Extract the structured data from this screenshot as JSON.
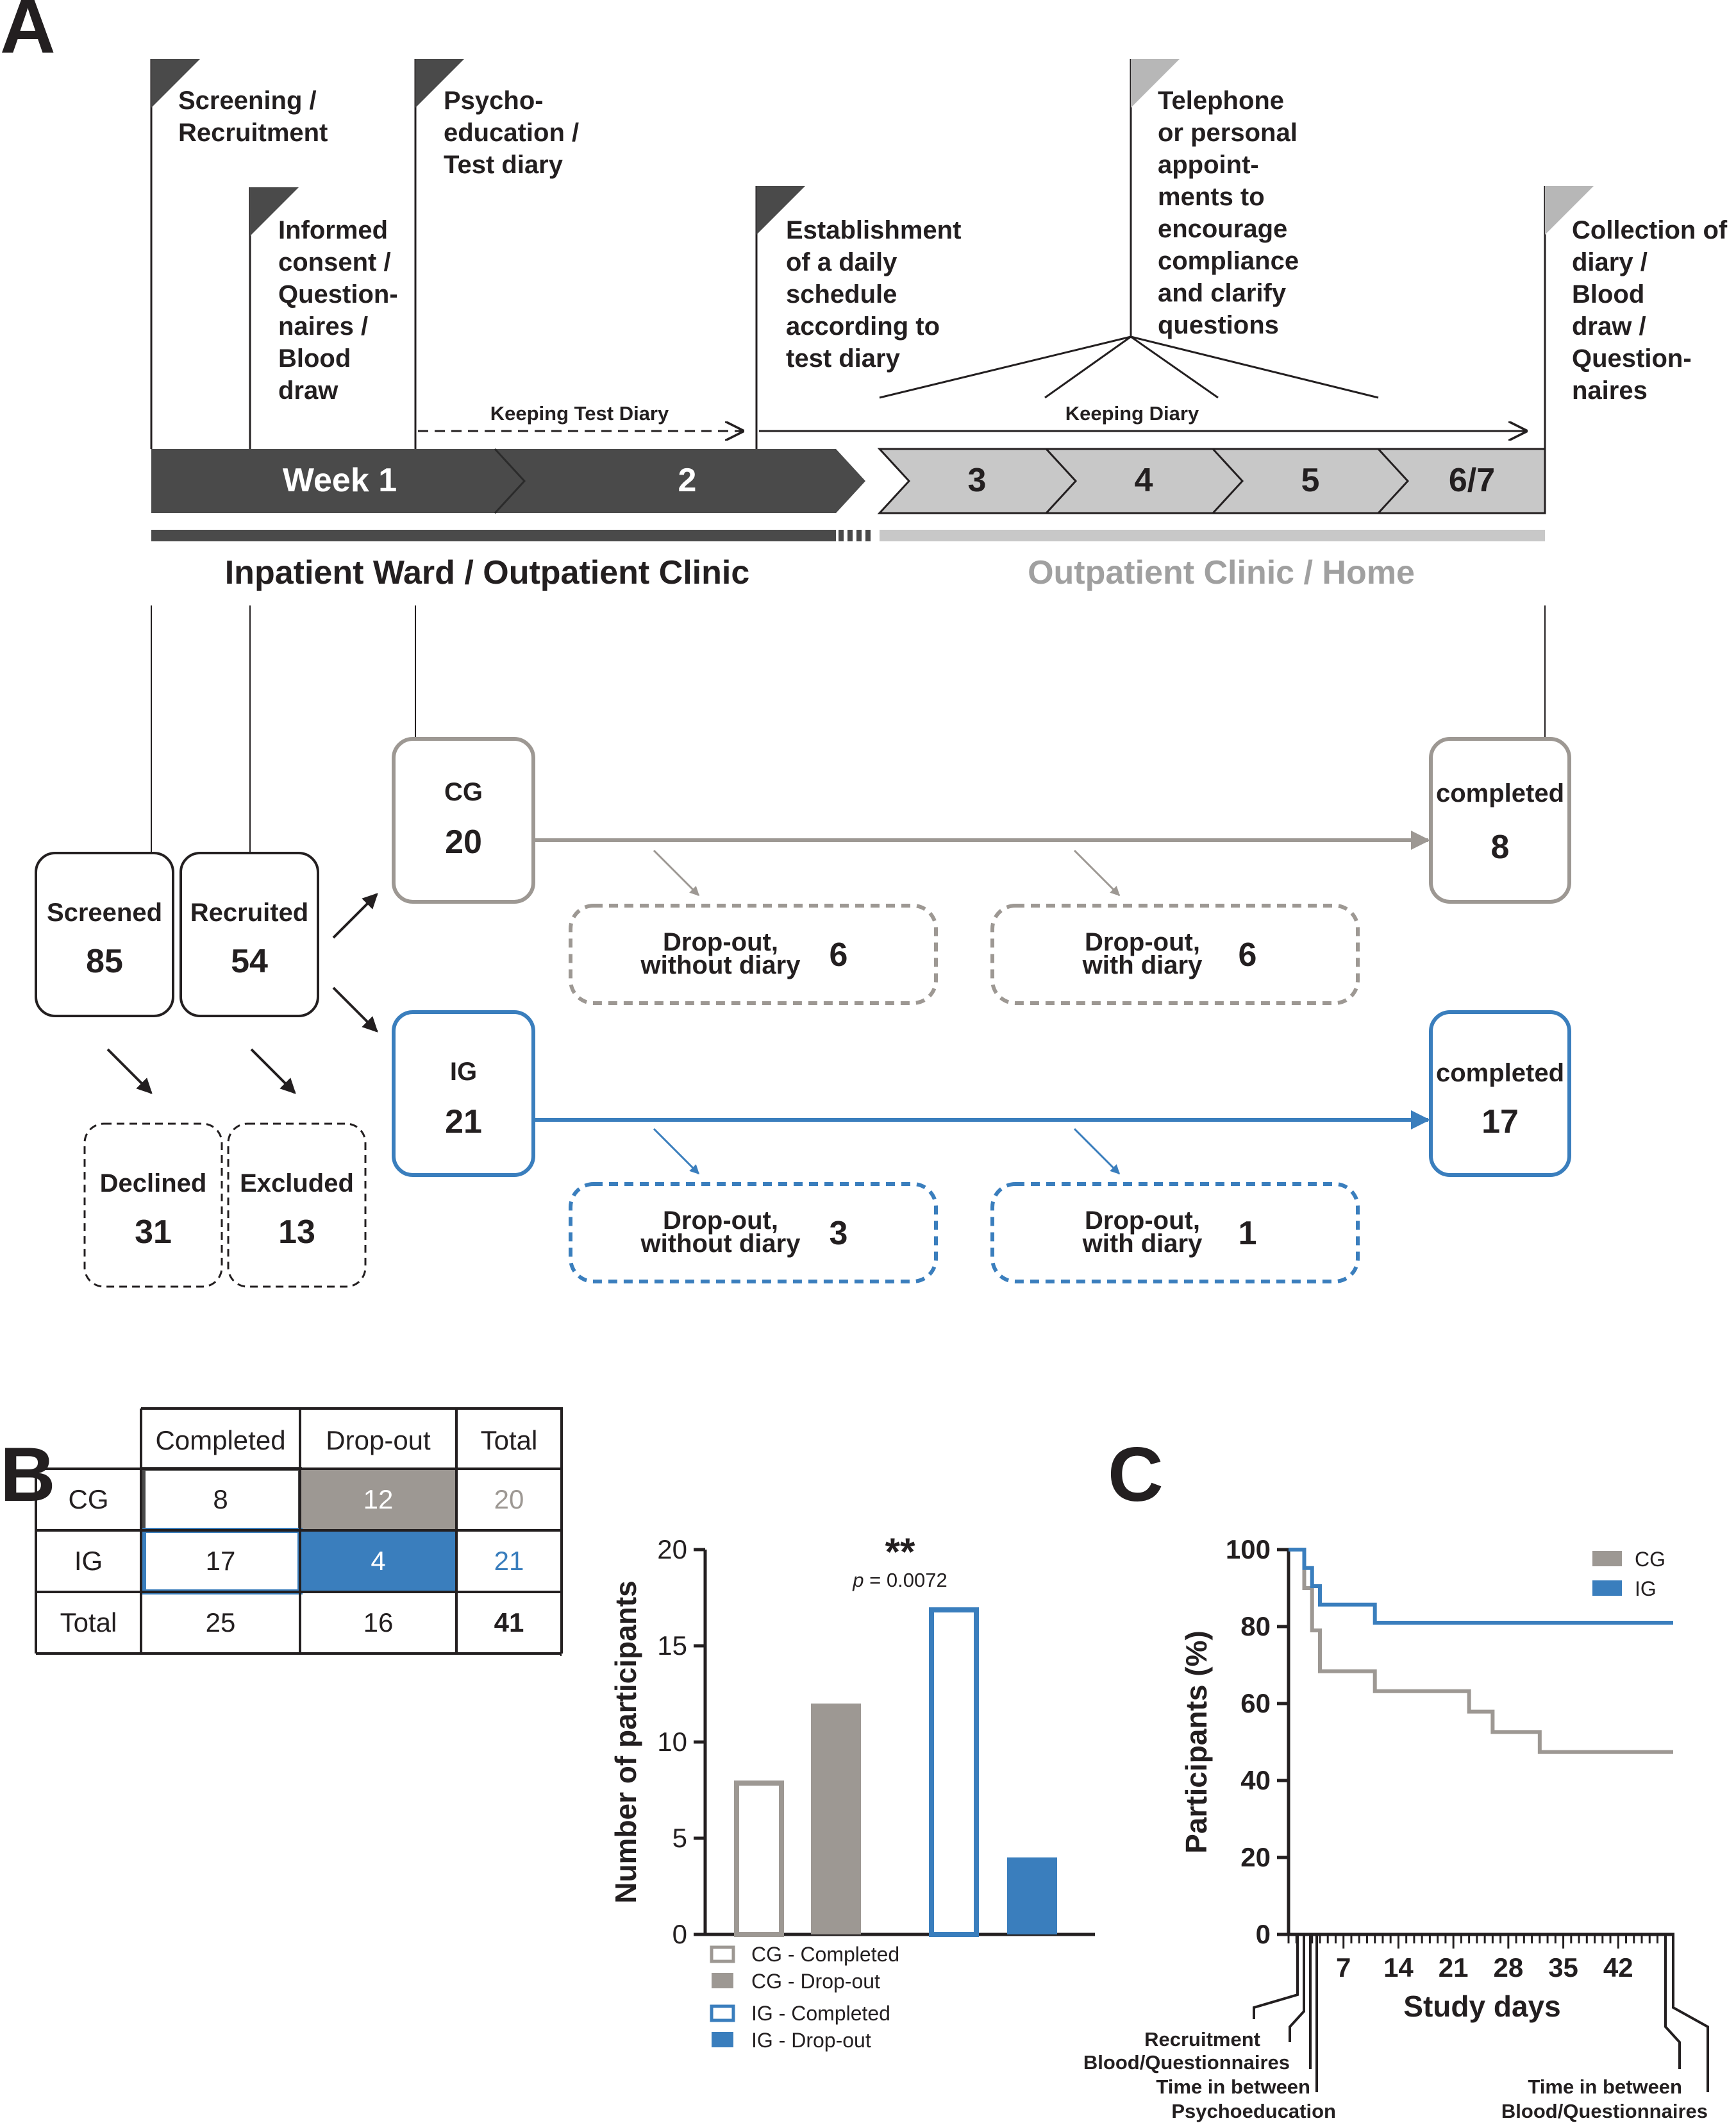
{
  "panelA": {
    "label": "A",
    "milestones": {
      "screening": [
        "Screening /",
        "Recruitment"
      ],
      "consent": [
        "Informed",
        "consent /",
        "Question-",
        "naires /",
        "Blood",
        "draw"
      ],
      "psycho": [
        "Psycho-",
        "education /",
        "Test diary"
      ],
      "establish": [
        "Establishment",
        "of a daily",
        "schedule",
        "according to",
        "test diary"
      ],
      "telephone": [
        "Telephone",
        "or personal",
        "appoint-",
        "ments to",
        "encourage",
        "compliance",
        "and clarify",
        "questions"
      ],
      "collection": [
        "Collection of",
        "diary /",
        "Blood",
        "draw /",
        "Question-",
        "naires"
      ]
    },
    "keeping_test_diary": "Keeping Test Diary",
    "keeping_diary": "Keeping Diary",
    "weeks": [
      "Week 1",
      "2",
      "3",
      "4",
      "5",
      "6/7"
    ],
    "setting_inpatient": "Inpatient Ward / Outpatient Clinic",
    "setting_outpatient": "Outpatient Clinic / Home",
    "flow": {
      "screened": {
        "label": "Screened",
        "value": "85"
      },
      "recruited": {
        "label": "Recruited",
        "value": "54"
      },
      "declined": {
        "label": "Declined",
        "value": "31"
      },
      "excluded": {
        "label": "Excluded",
        "value": "13"
      },
      "cg": {
        "label": "CG",
        "value": "20"
      },
      "ig": {
        "label": "IG",
        "value": "21"
      },
      "cg_completed": {
        "label": "completed",
        "value": "8"
      },
      "ig_completed": {
        "label": "completed",
        "value": "17"
      },
      "cg_drop1": {
        "label1": "Drop-out,",
        "label2": "without diary",
        "value": "6"
      },
      "cg_drop2": {
        "label1": "Drop-out,",
        "label2": "with diary",
        "value": "6"
      },
      "ig_drop1": {
        "label1": "Drop-out,",
        "label2": "without diary",
        "value": "3"
      },
      "ig_drop2": {
        "label1": "Drop-out,",
        "label2": "with diary",
        "value": "1"
      }
    }
  },
  "panelB": {
    "label": "B",
    "table": {
      "headers": [
        "",
        "Completed",
        "Drop-out",
        "Total"
      ],
      "rows": [
        [
          "CG",
          "8",
          "12",
          "20"
        ],
        [
          "IG",
          "17",
          "4",
          "21"
        ],
        [
          "Total",
          "25",
          "16",
          "41"
        ]
      ]
    },
    "significance": "**",
    "p_label": "p",
    "p_value": "= 0.0072",
    "legend": [
      "CG - Completed",
      "CG - Drop-out",
      "IG - Completed",
      "IG - Drop-out"
    ],
    "colors": {
      "cg": "#9d9893",
      "ig": "#3a7ebd"
    }
  },
  "panelC": {
    "label": "C",
    "legend": [
      "CG",
      "IG"
    ],
    "annotations": {
      "recruitment": "Recruitment",
      "blood_q_1": "Blood/Questionnaires",
      "between_1": "Time in between",
      "psychoeducation": "Psychoeducation",
      "between_2": "Time in between",
      "blood_q_2": "Blood/Questionnaires"
    }
  },
  "chart_data": [
    {
      "type": "bar",
      "categories": [
        "CG - Completed",
        "CG - Drop-out",
        "IG - Completed",
        "IG - Drop-out"
      ],
      "values": [
        8,
        12,
        17,
        4
      ],
      "ylabel": "Number of participants",
      "ylim": [
        0,
        20
      ],
      "yticks": [
        0,
        5,
        10,
        15,
        20
      ]
    },
    {
      "type": "line",
      "xlabel": "Study days",
      "ylabel": "Participants (%)",
      "xlim": [
        0,
        49
      ],
      "ylim": [
        0,
        100
      ],
      "xticks": [
        7,
        14,
        21,
        28,
        35,
        42
      ],
      "yticks": [
        0,
        20,
        40,
        60,
        80,
        100
      ],
      "series": [
        {
          "name": "CG",
          "x": [
            0,
            2,
            3,
            4,
            11,
            23,
            26,
            32,
            49
          ],
          "y": [
            100,
            90,
            79,
            68.4,
            63.2,
            57.9,
            52.6,
            47.4,
            47.4
          ]
        },
        {
          "name": "IG",
          "x": [
            0,
            2,
            3,
            4,
            11,
            49
          ],
          "y": [
            100,
            95.2,
            90.5,
            85.7,
            81,
            81
          ]
        }
      ]
    }
  ]
}
